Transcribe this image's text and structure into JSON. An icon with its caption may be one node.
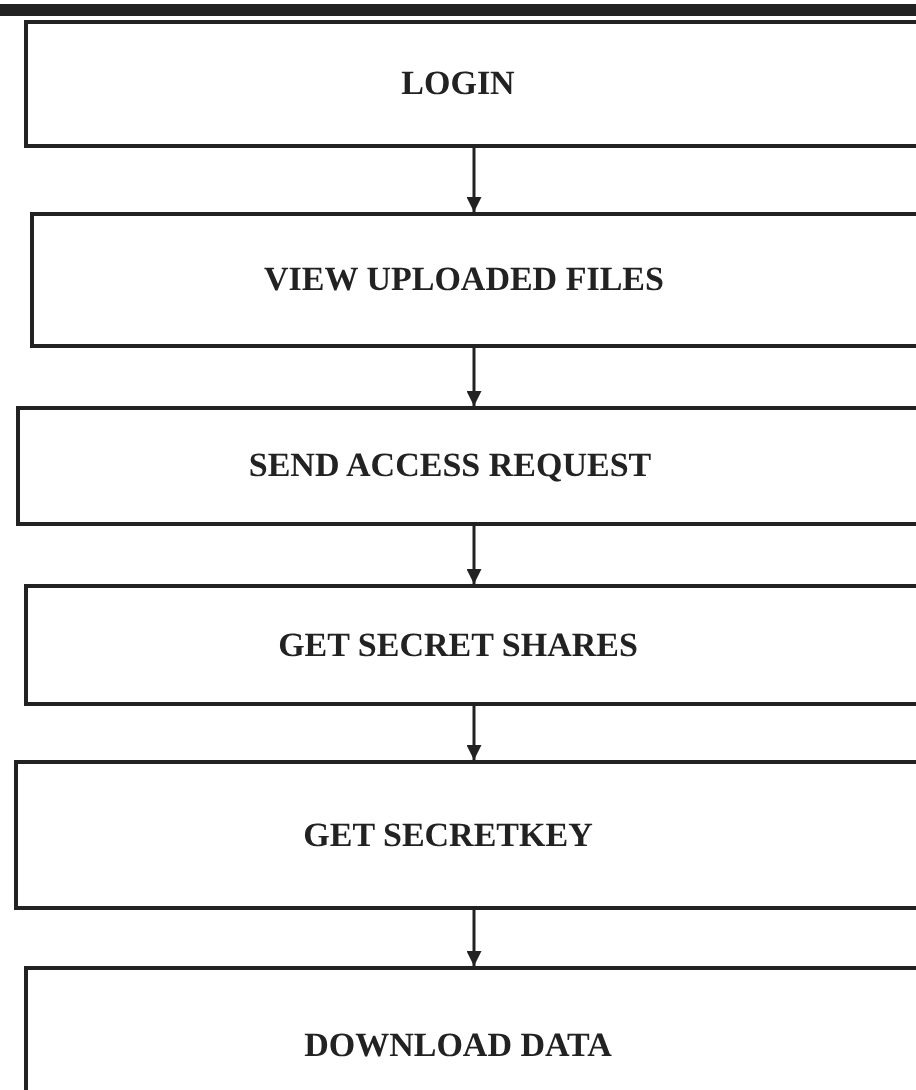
{
  "diagram": {
    "nodes": [
      {
        "text": [
          "LOGIN"
        ]
      },
      {
        "text": [
          "VIEW UPLOADED FILES"
        ]
      },
      {
        "text": [
          "SEND ACCESS REQUEST"
        ]
      },
      {
        "text": [
          "GET SECRET SHARES"
        ]
      },
      {
        "text": [
          "GET SECRETKEY"
        ]
      },
      {
        "text": [
          "DOWNLOAD DATA"
        ]
      }
    ],
    "edges": [
      {
        "from": 0,
        "to": 1,
        "arrow": "to"
      },
      {
        "from": 1,
        "to": 2,
        "arrow": "to"
      },
      {
        "from": 2,
        "to": 3,
        "arrow": "to"
      },
      {
        "from": 3,
        "to": 4,
        "arrow": "to"
      },
      {
        "from": 4,
        "to": 5,
        "arrow": "to"
      }
    ]
  }
}
